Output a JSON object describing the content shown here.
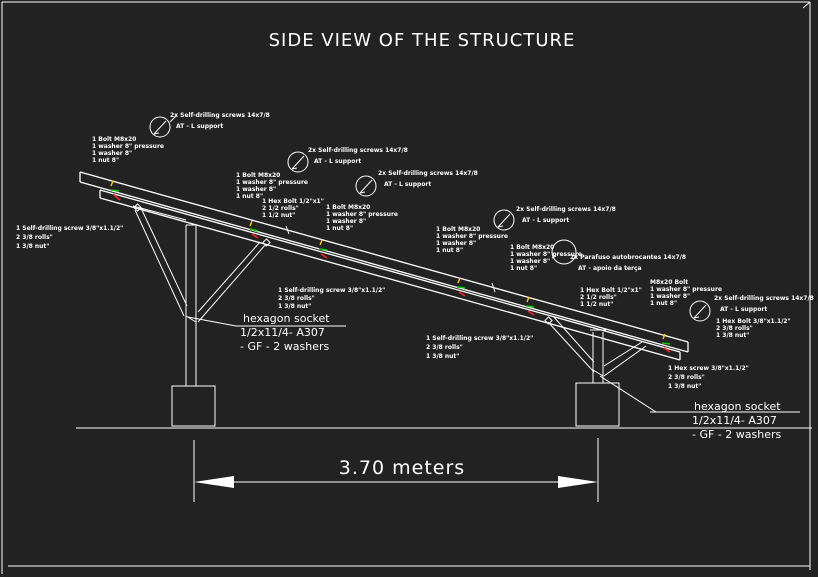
{
  "title": "SIDE VIEW OF THE STRUCTURE",
  "dimension": {
    "label": "3.70 meters"
  },
  "colors": {
    "background": "#222222",
    "line": "#ffffff",
    "bolt_green": "#00d000",
    "bolt_red": "#ff2020",
    "bolt_yellow": "#ffd000"
  },
  "screw_callouts": [
    {
      "id": "c1",
      "line1": "2x Self-drilling screws 14x7/8",
      "line2": "AT - L support"
    },
    {
      "id": "c2",
      "line1": "2x Self-drilling screws 14x7/8",
      "line2": "AT - L support"
    },
    {
      "id": "c3",
      "line1": "2x Self-drilling screws 14x7/8",
      "line2": "AT - L support"
    },
    {
      "id": "c4",
      "line1": "2x Self-drilling screws 14x7/8",
      "line2": "AT - L support"
    },
    {
      "id": "c5",
      "line1": "2x Parafuso autobrocantes 14x7/8",
      "line2": "AT - apoio da terça"
    },
    {
      "id": "c6",
      "line1": "2x Self-drilling screws 14x7/8",
      "line2": "AT - L support"
    }
  ],
  "bolt_notes": [
    {
      "id": "b1",
      "lines": [
        "1 Bolt M8x20",
        "1 washer 8\" pressure",
        "1 washer 8\"",
        "1 nut 8\""
      ]
    },
    {
      "id": "b2",
      "lines": [
        "1 Bolt M8x20",
        "1 washer 8\" pressure",
        "1 washer 8\"",
        "1 nut 8\""
      ]
    },
    {
      "id": "b3",
      "lines": [
        "1 Hex Bolt 1/2\"x1\"",
        "2 1/2 rolls\"",
        "1 1/2 nut\""
      ]
    },
    {
      "id": "b4",
      "lines": [
        "1 Bolt M8x20",
        "1 washer 8\" pressure",
        "1 washer 8\"",
        "1 nut 8\""
      ]
    },
    {
      "id": "b5",
      "lines": [
        "1 Bolt M8x20",
        "1 washer 8\" pressure",
        "1 washer 8\"",
        "1 nut 8\""
      ]
    },
    {
      "id": "b6",
      "lines": [
        "1 Bolt M8x20",
        "1 washer 8\" pressure",
        "1 washer 8\"",
        "1 nut 8\""
      ]
    },
    {
      "id": "b7",
      "lines": [
        "1 Hex Bolt 1/2\"x1\"",
        "2 1/2 rolls\"",
        "1 1/2 nut\""
      ]
    },
    {
      "id": "b8",
      "lines": [
        "M8x20 Bolt",
        "1 washer 8\" pressure",
        "1 washer 8\"",
        "1 nut 8\""
      ]
    }
  ],
  "screw_notes": [
    {
      "id": "s1",
      "lines": [
        "1 Self-drilling screw 3/8\"x1.1/2\"",
        "2 3/8 rolls\"",
        "1 3/8 nut\""
      ]
    },
    {
      "id": "s2",
      "lines": [
        "1 Self-drilling screw 3/8\"x1.1/2\"",
        "2 3/8 rolls\"",
        "1 3/8 nut\""
      ]
    },
    {
      "id": "s3",
      "lines": [
        "1 Self-drilling screw 3/8\"x1.1/2\"",
        "2 3/8 rolls\"",
        "1 3/8 nut\""
      ]
    },
    {
      "id": "s4",
      "lines": [
        "1 Hex screw 3/8\"x1.1/2\"",
        "2 3/8 rolls\"",
        "1 3/8 nut\""
      ]
    },
    {
      "id": "s5",
      "lines": [
        "1 Hex Bolt 3/8\"x1.1/2\"",
        "2 3/8 rolls\"",
        "1 3/8 nut\""
      ]
    }
  ],
  "anchor_notes": [
    {
      "id": "a1",
      "lines": [
        "hexagon socket",
        "1/2x11/4- A307",
        "- GF - 2 washers"
      ]
    },
    {
      "id": "a2",
      "lines": [
        "hexagon socket",
        "1/2x11/4- A307",
        "- GF - 2 washers"
      ]
    }
  ]
}
